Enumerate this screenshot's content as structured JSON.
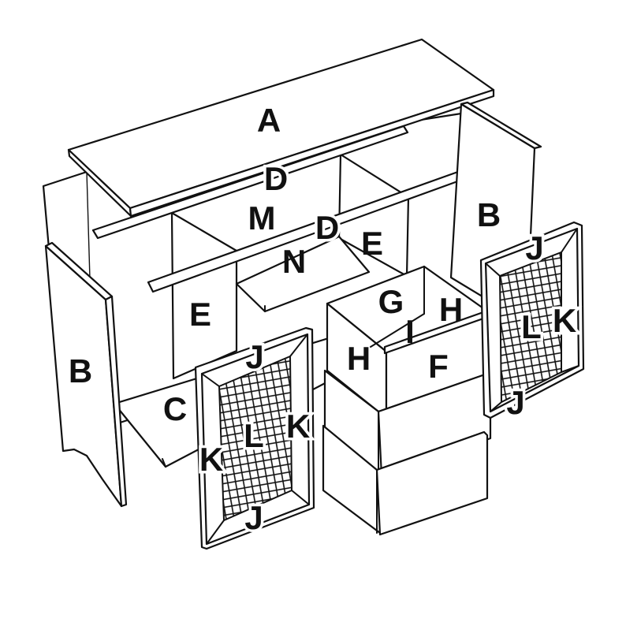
{
  "colors": {
    "line": "#111111",
    "panel": "#ffffff"
  },
  "labels": {
    "top_panel": "A",
    "side_panel_left": "B",
    "side_panel_right": "B",
    "bottom_panel": "C",
    "rail_top": "D",
    "rail_middle": "D",
    "divider_left": "E",
    "divider_right": "E",
    "drawer_front_top": "F",
    "drawer_back": "G",
    "drawer_side_left": "H",
    "drawer_side_right": "H",
    "drawer_bottom": "I",
    "door_left_rail_top": "J",
    "door_left_rail_bottom": "J",
    "door_left_stile_left": "K",
    "door_left_stile_right": "K",
    "door_left_mesh": "L",
    "door_right_rail_top": "J",
    "door_right_rail_bottom": "J",
    "door_right_stile": "K",
    "door_right_mesh": "L",
    "back_rail": "M",
    "shelf": "N"
  }
}
